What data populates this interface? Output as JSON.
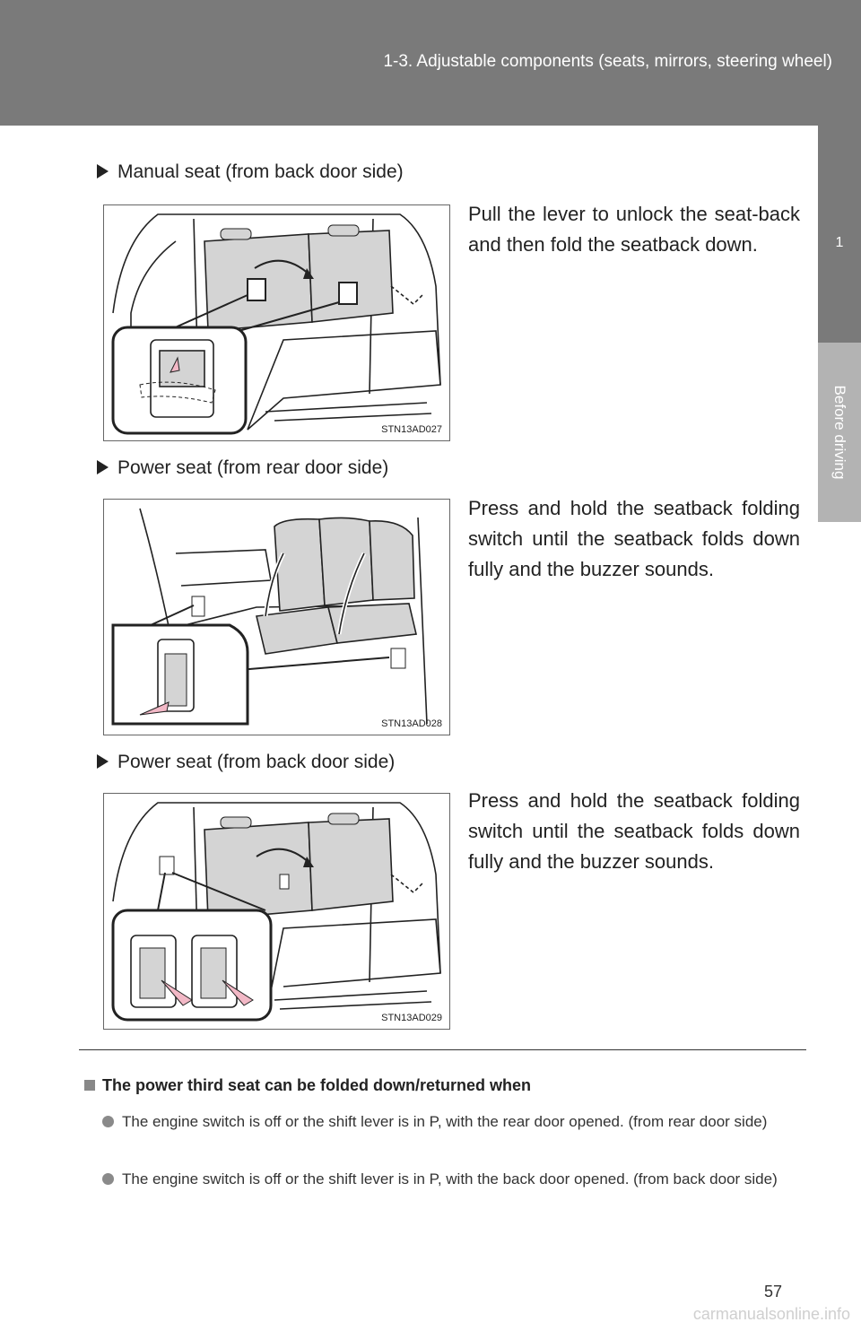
{
  "header": {
    "title": "1-3. Adjustable components (seats, mirrors, steering wheel)"
  },
  "side_tab": {
    "number": "1",
    "label": "Before driving"
  },
  "sections": [
    {
      "heading": "Manual seat (from back door side)",
      "text": "Pull the lever to unlock the seat-back and then fold the seatback down.",
      "figure_code": "STN13AD027"
    },
    {
      "heading": "Power seat (from rear door side)",
      "text": "Press and hold the seatback folding switch until the seatback folds down fully and the buzzer sounds.",
      "figure_code": "STN13AD028"
    },
    {
      "heading": "Power seat (from back door side)",
      "text": "Press and hold the seatback folding switch until the seatback folds down fully and the buzzer sounds.",
      "figure_code": "STN13AD029"
    }
  ],
  "note": {
    "title": "The power third seat can be folded down/returned when",
    "bullets": [
      "The engine switch is off or the shift lever is in P, with the rear door opened. (from rear door side)",
      "The engine switch is off or the shift lever is in P, with the back door opened. (from back door side)"
    ]
  },
  "page_number": "57",
  "watermark": "carmanualsonline.info",
  "colors": {
    "header": "#7a7a7a",
    "tab_label": "#b3b3b3",
    "seat_fill": "#d4d4d4",
    "arrow_pink": "#f2b8c6"
  }
}
